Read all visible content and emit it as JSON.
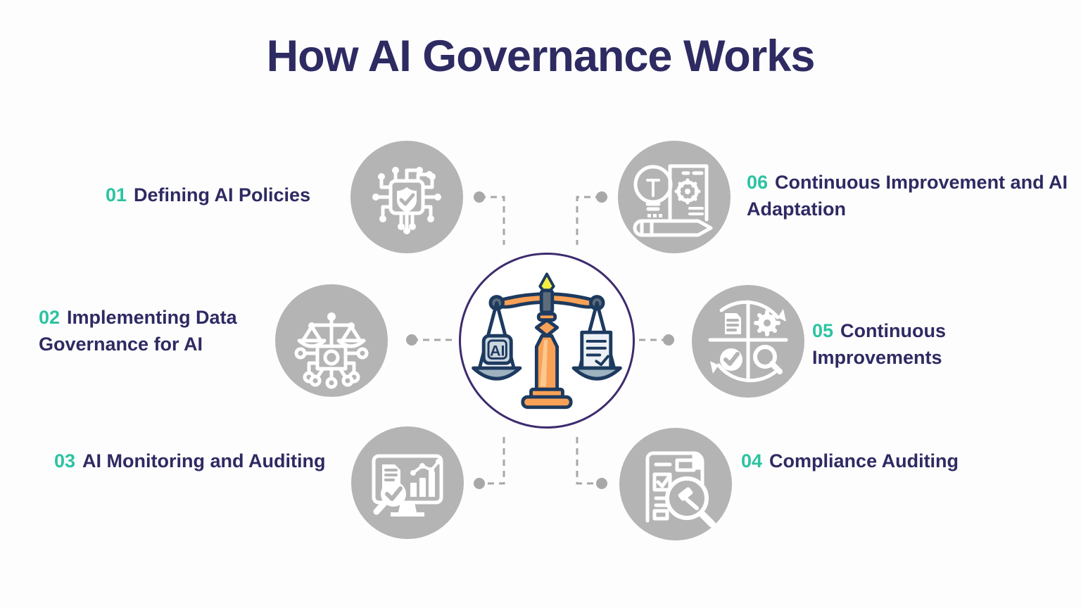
{
  "title": "How AI Governance Works",
  "colors": {
    "heading_text": "#2e2a62",
    "step_number": "#2cc3a1",
    "icon_circle_bg": "#b4b4b4",
    "icon_glyph": "#ffffff",
    "connector": "#a8a8a8",
    "center_ring": "#3e2b6e",
    "scale_outline": "#1d3a5f",
    "scale_orange": "#f9a156",
    "scale_yellow": "#f4ee43",
    "scale_slate": "#5d6c7b"
  },
  "center": {
    "illustration": "balance scale weighing AI against a policy document",
    "chip_label": "AI"
  },
  "items": [
    {
      "number": "01",
      "label": "Defining AI Policies",
      "icon": "ai-chip-shield-icon"
    },
    {
      "number": "02",
      "label": "Implementing Data Governance for AI",
      "icon": "scale-circuit-icon"
    },
    {
      "number": "03",
      "label": "AI Monitoring and Auditing",
      "icon": "monitor-analytics-magnifier-icon"
    },
    {
      "number": "04",
      "label": "Compliance Auditing",
      "icon": "checklist-gavel-magnifier-icon"
    },
    {
      "number": "05",
      "label": "Continuous Improvements",
      "icon": "improvement-cycle-icon"
    },
    {
      "number": "06",
      "label": "Continuous Improvement and AI Adaptation",
      "icon": "bulb-document-gear-pencil-icon"
    }
  ]
}
